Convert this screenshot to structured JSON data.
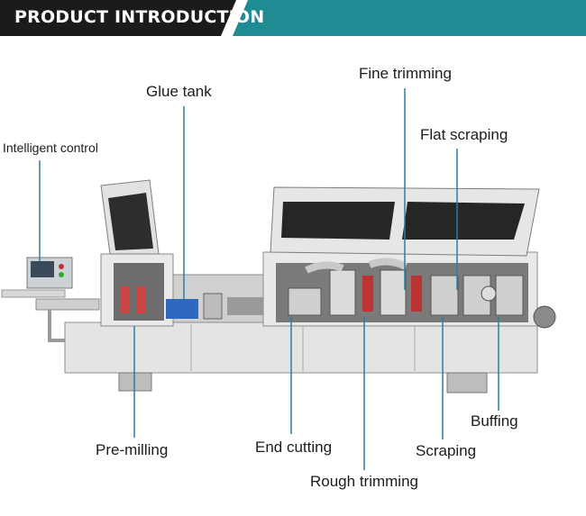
{
  "header": {
    "title": "PRODUCT INTRODUCTION",
    "colors": {
      "left": "#1b1b1b",
      "right": "#1f8c94"
    }
  },
  "callouts": {
    "intelligent_control": "Intelligent control",
    "glue_tank": "Glue tank",
    "fine_trimming": "Fine trimming",
    "flat_scraping": "Flat scraping",
    "pre_milling": "Pre-milling",
    "end_cutting": "End cutting",
    "rough_trimming": "Rough trimming",
    "scraping": "Scraping",
    "buffing": "Buffing"
  },
  "leader_color": "#2a7fa4"
}
